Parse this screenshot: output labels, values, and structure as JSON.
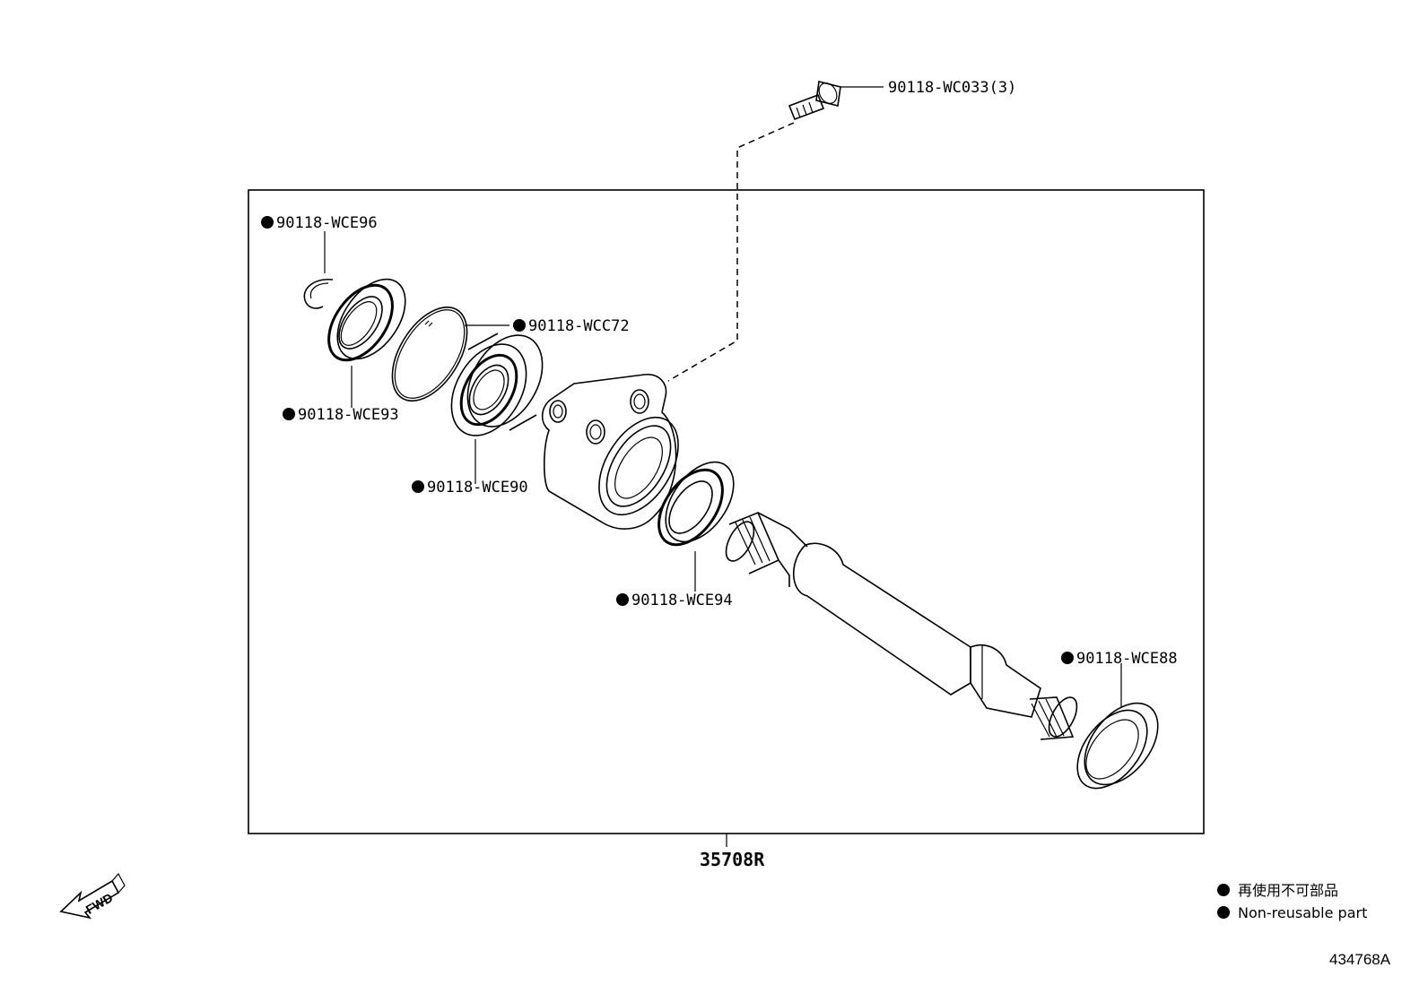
{
  "callouts": {
    "bolt": "90118-WC033(3)",
    "snap_ring": "90118-WCE96",
    "oil_seal_left": "90118-WCE93",
    "wire_ring": "90118-WCC72",
    "bearing": "90118-WCE90",
    "oil_seal_mid": "90118-WCE94",
    "oil_seal_right": "90118-WCE88"
  },
  "assembly_number": "35708R",
  "fwd_label": "FWD",
  "legend": {
    "japanese": "再使用不可部品",
    "english": "Non-reusable part"
  },
  "figure_id": "434768A"
}
